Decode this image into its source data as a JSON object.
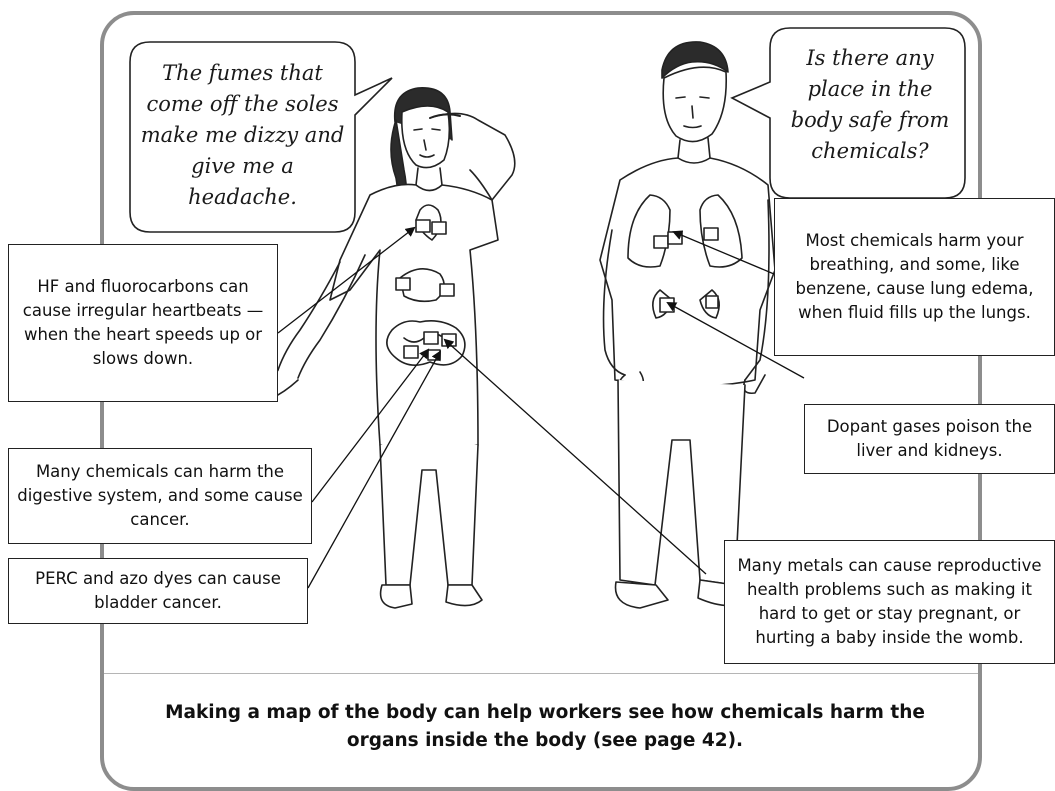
{
  "speech_bubbles": {
    "woman": "The fumes that come off the soles make me dizzy and give me a headache.",
    "man": "Is there any place in the body safe from chemicals?"
  },
  "callouts": {
    "heart": "HF and fluorocarbons can cause irregular heartbeats — when the heart speeds up or slows down.",
    "digestive": "Many chemicals can harm the digestive system, and some cause cancer.",
    "bladder": "PERC and azo dyes can cause bladder cancer.",
    "lungs": "Most chemicals harm your breathing, and some, like benzene, cause lung edema, when fluid fills up the lungs.",
    "liver": "Dopant gases poison the liver and kidneys.",
    "reproductive": "Many metals can cause reproductive health problems such as making it hard to get or stay pregnant, or hurting a baby inside the womb."
  },
  "caption": "Making a map of the body can help workers see how chemicals harm the organs inside the body (see page 42)."
}
